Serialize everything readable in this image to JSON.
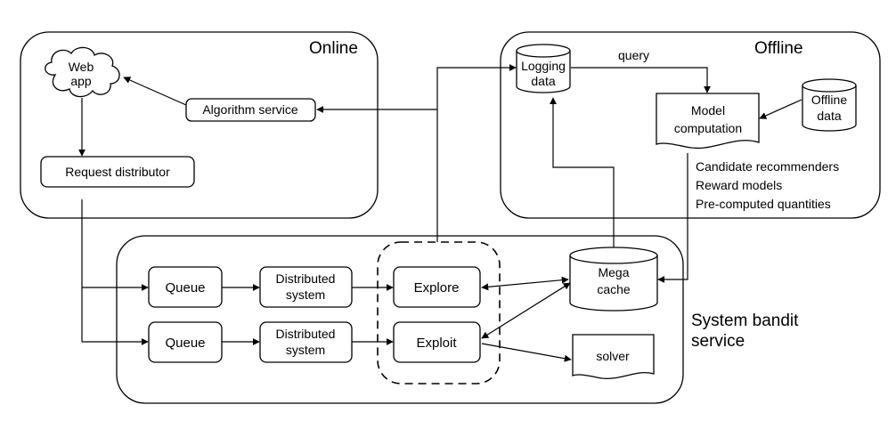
{
  "regions": {
    "online": "Online",
    "offline": "Offline",
    "bandit_line1": "System bandit",
    "bandit_line2": "service"
  },
  "nodes": {
    "web_app_line1": "Web",
    "web_app_line2": "app",
    "algorithm_service": "Algorithm service",
    "request_distributor": "Request distributor",
    "logging_data_line1": "Logging",
    "logging_data_line2": "data",
    "model_computation_line1": "Model",
    "model_computation_line2": "computation",
    "offline_data_line1": "Offline",
    "offline_data_line2": "data",
    "queue_1": "Queue",
    "queue_2": "Queue",
    "distributed_1_line1": "Distributed",
    "distributed_1_line2": "system",
    "distributed_2_line1": "Distributed",
    "distributed_2_line2": "system",
    "explore": "Explore",
    "exploit": "Exploit",
    "mega_cache_line1": "Mega",
    "mega_cache_line2": "cache",
    "solver": "solver"
  },
  "edge_labels": {
    "query": "query"
  },
  "offline_outputs": [
    "Candidate recommenders",
    "Reward models",
    "Pre-computed quantities"
  ]
}
